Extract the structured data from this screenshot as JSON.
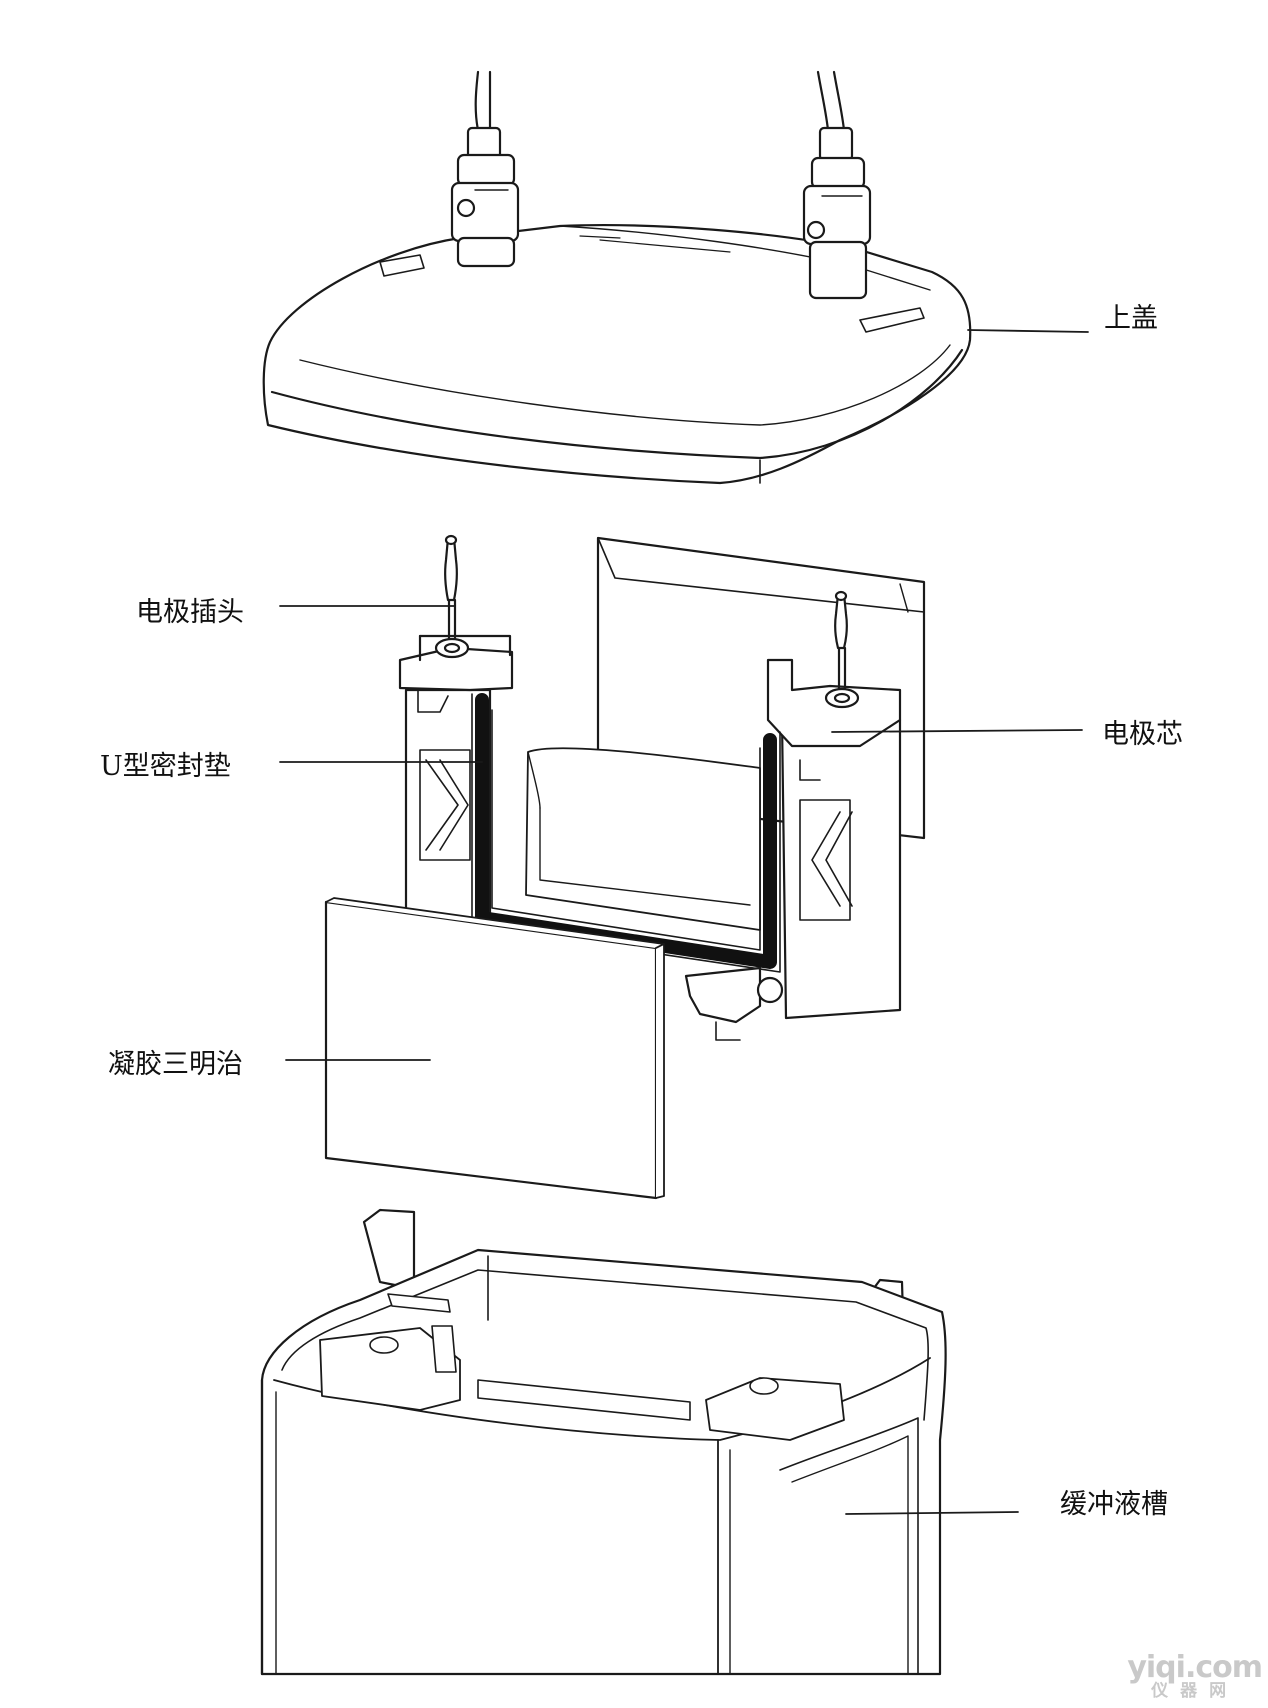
{
  "labels": {
    "lid": "上盖",
    "electrode_plug": "电极插头",
    "u_gasket": "U型密封垫",
    "electrode_core": "电极芯",
    "gel_sandwich": "凝胶三明治",
    "buffer_tank": "缓冲液槽"
  },
  "watermark": {
    "site": "yiqi.com",
    "cn": "仪器网"
  },
  "colors": {
    "line": "#1a1a1a",
    "fill": "#ffffff",
    "gasket": "#111111",
    "watermark": "#c9c9c9"
  }
}
